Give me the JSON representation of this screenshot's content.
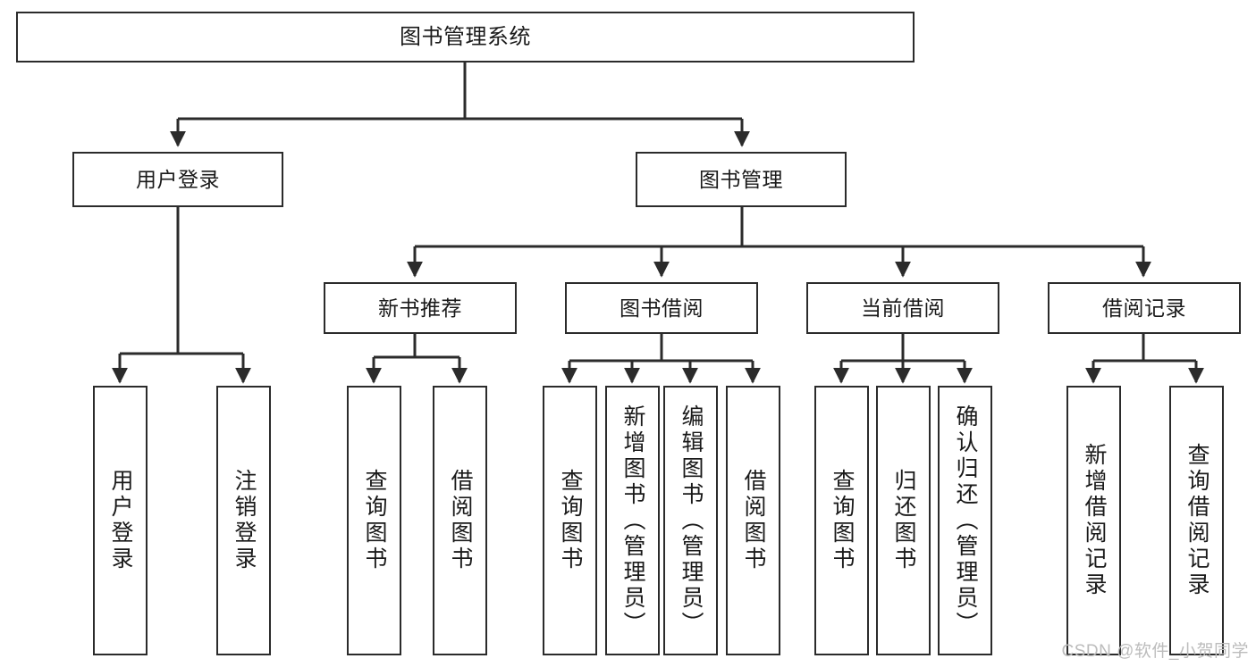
{
  "diagram": {
    "title": "图书管理系统",
    "type": "tree-hierarchy-chart",
    "watermark": "CSDN @软件_小贺同学",
    "colors": {
      "box_border": "#2b2b2b",
      "box_fill": "#ffffff",
      "edge": "#2b2b2b",
      "text": "#1a1a1a",
      "watermark": "#bcbcbc",
      "background": "#ffffff"
    }
  },
  "nodes": {
    "root": {
      "label": "图书管理系统"
    },
    "level2": [
      {
        "label": "用户登录"
      },
      {
        "label": "图书管理"
      }
    ],
    "level3": [
      {
        "label": "新书推荐"
      },
      {
        "label": "图书借阅"
      },
      {
        "label": "当前借阅"
      },
      {
        "label": "借阅记录"
      }
    ],
    "leaves": {
      "user_login": [
        {
          "label": "用户登录"
        },
        {
          "label": "注销登录"
        }
      ],
      "new_book_recommend": [
        {
          "label": "查询图书"
        },
        {
          "label": "借阅图书"
        }
      ],
      "book_borrow": [
        {
          "label": "查询图书"
        },
        {
          "label": "新增图书（管理员）"
        },
        {
          "label": "编辑图书（管理员）"
        },
        {
          "label": "借阅图书"
        }
      ],
      "current_borrow": [
        {
          "label": "查询图书"
        },
        {
          "label": "归还图书"
        },
        {
          "label": "确认归还（管理员）"
        }
      ],
      "borrow_record": [
        {
          "label": "新增借阅记录"
        },
        {
          "label": "查询借阅记录"
        }
      ]
    }
  }
}
